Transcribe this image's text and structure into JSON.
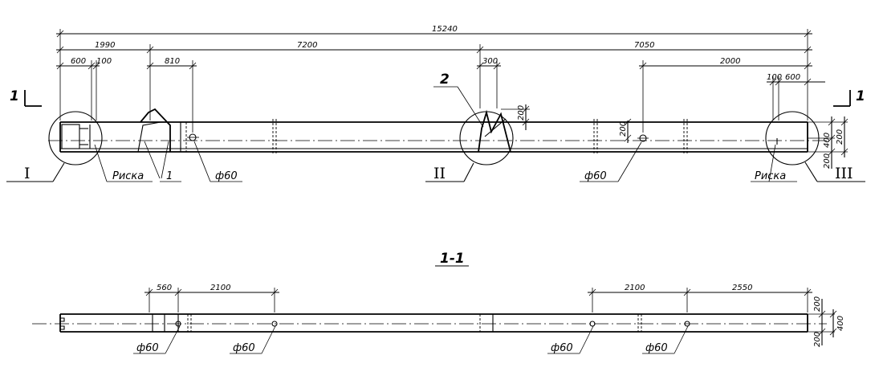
{
  "dimensions": {
    "overall": "15240",
    "left_seg": "1990",
    "mid_seg": "7200",
    "right_seg": "7050",
    "d600": "600",
    "d100_left": "100",
    "d810": "810",
    "d300": "300",
    "d2000": "2000",
    "d100_right": "100",
    "d600_right": "600",
    "d200_notch": "200",
    "d200_hole": "200",
    "d400": "400",
    "d200_end": "200",
    "d200_bottom": "200"
  },
  "labels": {
    "section_mark": "1",
    "node_I": "I",
    "node_II": "II",
    "node_III": "III",
    "riska_left": "Риска",
    "riska_right": "Риска",
    "callout_1": "1",
    "callout_2": "2",
    "hole_phi60_a": "ф60",
    "hole_phi60_b": "ф60"
  },
  "section": {
    "title": "1-1",
    "d560": "560",
    "d2100_left": "2100",
    "d2100_right": "2100",
    "d2550": "2550",
    "d200_top": "200",
    "d400_side": "400",
    "d200_low": "200",
    "phi_1": "ф60",
    "phi_2": "ф60",
    "phi_3": "ф60",
    "phi_4": "ф60"
  }
}
